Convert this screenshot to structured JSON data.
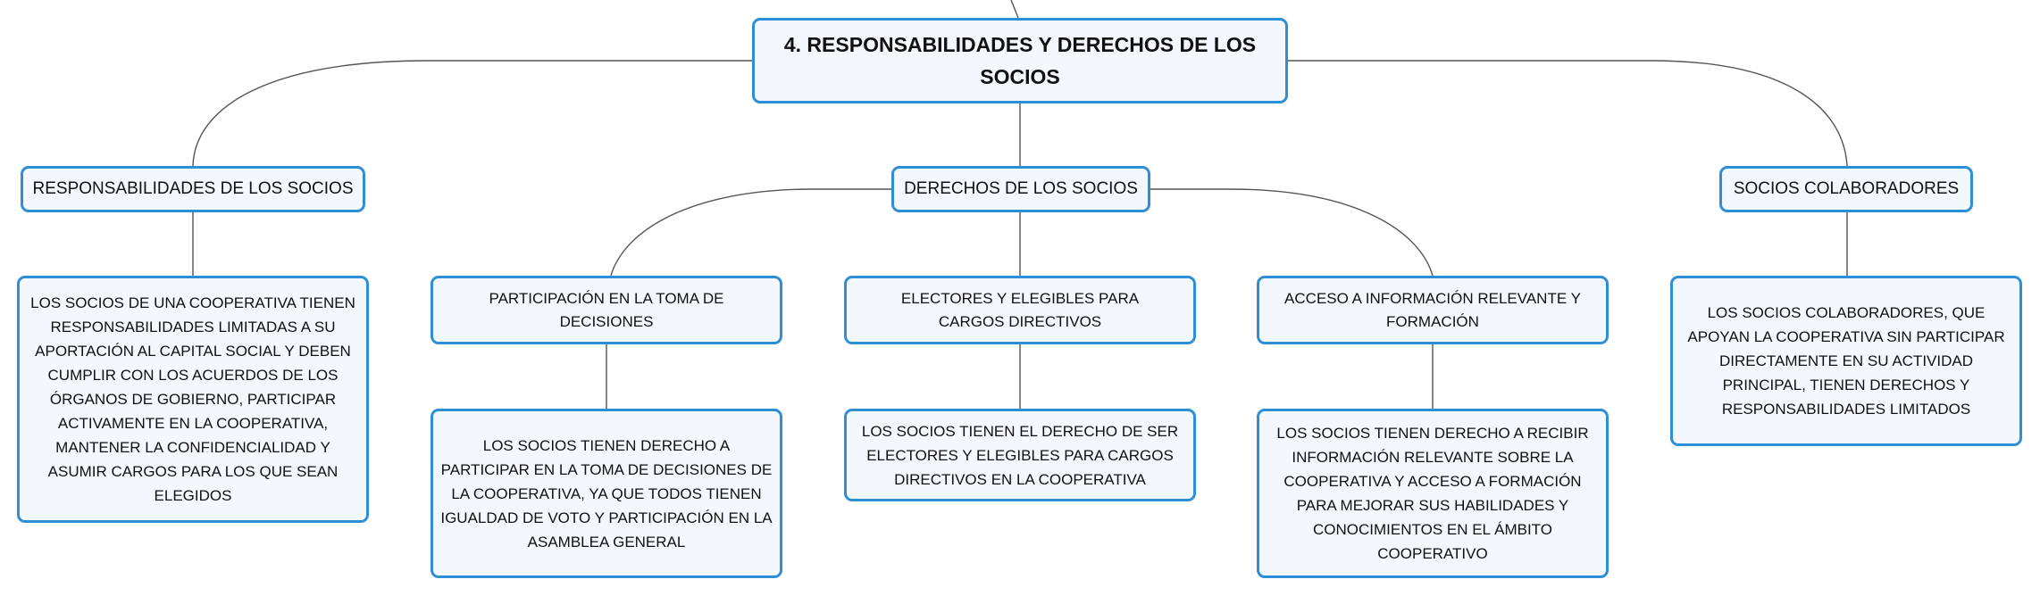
{
  "root": {
    "title": "4. RESPONSABILIDADES Y DERECHOS DE LOS SOCIOS"
  },
  "branches": {
    "responsabilidades": {
      "label": "RESPONSABILIDADES DE LOS SOCIOS",
      "detail": "LOS SOCIOS DE UNA COOPERATIVA TIENEN RESPONSABILIDADES LIMITADAS A SU APORTACIÓN AL CAPITAL SOCIAL Y DEBEN CUMPLIR CON LOS ACUERDOS DE LOS ÓRGANOS DE GOBIERNO, PARTICIPAR ACTIVAMENTE EN LA COOPERATIVA, MANTENER LA CONFIDENCIALIDAD Y ASUMIR CARGOS PARA LOS QUE SEAN ELEGIDOS"
    },
    "derechos": {
      "label": "DERECHOS DE LOS SOCIOS",
      "children": [
        {
          "label": "PARTICIPACIÓN EN LA TOMA DE DECISIONES",
          "detail": "LOS SOCIOS TIENEN DERECHO A PARTICIPAR EN LA TOMA DE DECISIONES DE LA COOPERATIVA, YA QUE TODOS TIENEN IGUALDAD DE VOTO Y PARTICIPACIÓN EN LA ASAMBLEA GENERAL"
        },
        {
          "label": "ELECTORES Y ELEGIBLES PARA CARGOS DIRECTIVOS",
          "detail": "LOS SOCIOS TIENEN EL DERECHO DE SER ELECTORES Y ELEGIBLES PARA CARGOS DIRECTIVOS EN LA COOPERATIVA"
        },
        {
          "label": "ACCESO A INFORMACIÓN RELEVANTE Y FORMACIÓN",
          "detail": "LOS SOCIOS TIENEN DERECHO A RECIBIR INFORMACIÓN RELEVANTE SOBRE LA COOPERATIVA Y ACCESO A FORMACIÓN PARA MEJORAR SUS HABILIDADES Y CONOCIMIENTOS EN EL ÁMBITO COOPERATIVO"
        }
      ]
    },
    "colaboradores": {
      "label": "SOCIOS COLABORADORES",
      "detail": "LOS SOCIOS COLABORADORES, QUE APOYAN LA COOPERATIVA SIN PARTICIPAR DIRECTAMENTE EN SU ACTIVIDAD PRINCIPAL, TIENEN DERECHOS Y RESPONSABILIDADES LIMITADOS"
    }
  },
  "colors": {
    "border": "#2f8fd6",
    "fill": "#f2f8fd",
    "connector": "#555555"
  }
}
